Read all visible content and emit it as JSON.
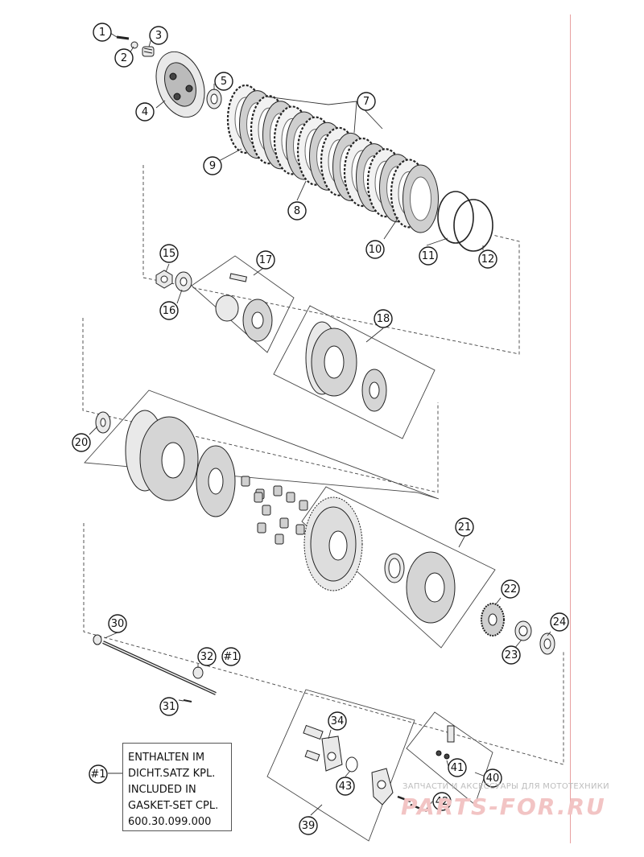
{
  "callouts": [
    {
      "id": "1",
      "label": "1"
    },
    {
      "id": "2",
      "label": "2"
    },
    {
      "id": "3",
      "label": "3"
    },
    {
      "id": "4",
      "label": "4"
    },
    {
      "id": "5",
      "label": "5"
    },
    {
      "id": "7",
      "label": "7"
    },
    {
      "id": "8",
      "label": "8"
    },
    {
      "id": "9",
      "label": "9"
    },
    {
      "id": "10",
      "label": "10"
    },
    {
      "id": "11",
      "label": "11"
    },
    {
      "id": "12",
      "label": "12"
    },
    {
      "id": "15",
      "label": "15"
    },
    {
      "id": "16",
      "label": "16"
    },
    {
      "id": "17",
      "label": "17"
    },
    {
      "id": "18",
      "label": "18"
    },
    {
      "id": "20",
      "label": "20"
    },
    {
      "id": "21",
      "label": "21"
    },
    {
      "id": "22",
      "label": "22"
    },
    {
      "id": "23",
      "label": "23"
    },
    {
      "id": "24",
      "label": "24"
    },
    {
      "id": "30",
      "label": "30"
    },
    {
      "id": "31",
      "label": "31"
    },
    {
      "id": "32",
      "label": "32"
    },
    {
      "id": "h1a",
      "label": "#1"
    },
    {
      "id": "34",
      "label": "34"
    },
    {
      "id": "39",
      "label": "39"
    },
    {
      "id": "40",
      "label": "40"
    },
    {
      "id": "41",
      "label": "41"
    },
    {
      "id": "42",
      "label": "42"
    },
    {
      "id": "43",
      "label": "43"
    },
    {
      "id": "h1b",
      "label": "#1"
    }
  ],
  "note": {
    "lines": [
      "ENTHALTEN IM",
      "DICHT.SATZ KPL.",
      "INCLUDED IN",
      "GASKET-SET CPL.",
      "600.30.099.000"
    ]
  },
  "watermark": {
    "tagline": "ЗАПЧАСТИ И АКСЕССУАРЫ ДЛЯ МОТОТЕХНИКИ",
    "logo": "PARTS-FOR.RU",
    "color": "#e05a5a"
  }
}
